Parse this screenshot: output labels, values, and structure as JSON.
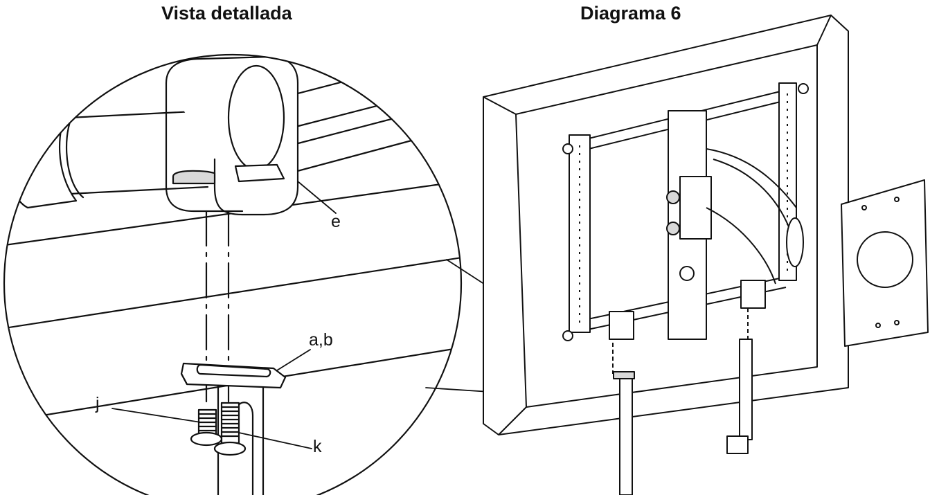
{
  "titles": {
    "detail_view": "Vista detallada",
    "diagram": "Diagrama 6"
  },
  "callouts": {
    "e": "e",
    "ab": "a,b",
    "j": "j",
    "k": "k"
  },
  "colors": {
    "line": "#111111",
    "fill": "#ffffff",
    "shade": "#d9d9d9"
  }
}
